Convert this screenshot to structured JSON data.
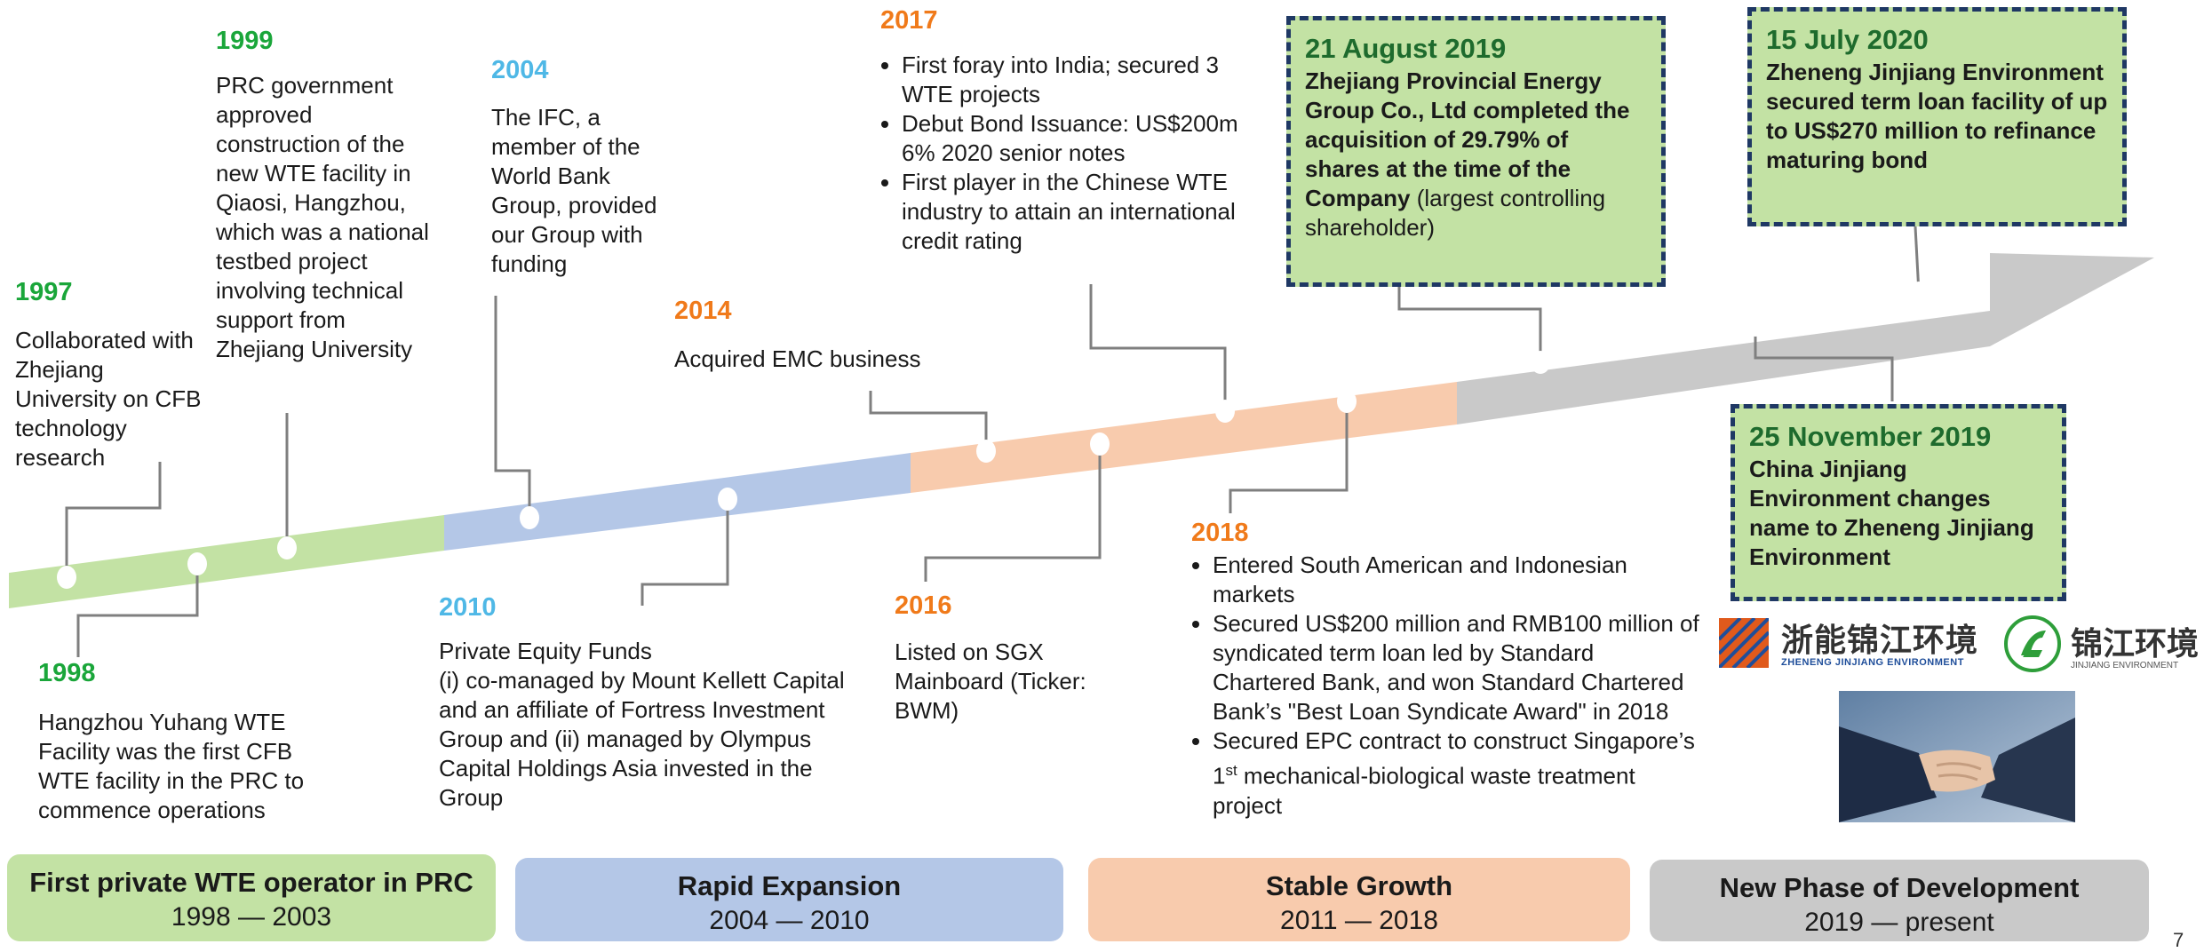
{
  "colors": {
    "green_year": "#1aa63a",
    "blue_year": "#4fb8e6",
    "orange_year": "#f07a1a",
    "phase1": "#c3e2a4",
    "phase2": "#b4c7e7",
    "phase3": "#f8cbad",
    "phase4": "#c9c9c9",
    "callout_bg": "#c3e2a4",
    "callout_border": "#1f3864"
  },
  "events": {
    "e1997": {
      "year": "1997",
      "text": "Collaborated with Zhejiang University on CFB technology research"
    },
    "e1998": {
      "year": "1998",
      "text": "Hangzhou Yuhang WTE Facility was the first CFB WTE facility in the PRC to commence operations"
    },
    "e1999": {
      "year": "1999",
      "text": "PRC government approved construction of the new WTE facility in Qiaosi, Hangzhou, which was a national testbed project involving technical support from Zhejiang University"
    },
    "e2004": {
      "year": "2004",
      "text": "The IFC, a member of the World Bank Group, provided our Group with funding"
    },
    "e2010": {
      "year": "2010",
      "line1": "Private Equity Funds",
      "line2": "(i) co-managed by Mount Kellett Capital and an affiliate of Fortress Investment Group and (ii) managed by Olympus Capital Holdings Asia invested in the Group"
    },
    "e2014": {
      "year": "2014",
      "text": "Acquired EMC business"
    },
    "e2016": {
      "year": "2016",
      "text": "Listed on SGX Mainboard (Ticker: BWM)"
    },
    "e2017": {
      "year": "2017",
      "bullets": [
        "First foray into India; secured 3 WTE projects",
        "Debut Bond Issuance: US$200m 6% 2020 senior notes",
        "First player in the Chinese WTE industry to attain an international credit rating"
      ]
    },
    "e2018": {
      "year": "2018",
      "b1": "Entered South American and Indonesian markets",
      "b2": "Secured US$200 million and RMB100 million of syndicated term  loan led by Standard Chartered Bank, and won Standard Chartered Bank’s \"Best Loan Syndicate Award\" in 2018",
      "b3a": "Secured EPC contract to construct Singapore’s 1",
      "b3sup": "st",
      "b3b": " mechanical-biological waste treatment project"
    }
  },
  "callouts": {
    "aug2019": {
      "date": "21 August 2019",
      "bold": "Zhejiang Provincial Energy Group Co., Ltd completed the acquisition of 29.79% of shares at the time of the Company",
      "normal": " (largest controlling shareholder)"
    },
    "jul2020": {
      "date": "15 July 2020",
      "bold": "Zheneng Jinjiang Environment secured term loan facility of up to US$270 million to refinance maturing bond"
    },
    "nov2019": {
      "date": "25 November 2019",
      "bold": "China Jinjiang Environment changes name to Zheneng Jinjiang Environment"
    }
  },
  "logos": {
    "zheneng_cn": "浙能锦江环境",
    "zheneng_en": "ZHENENG JINJIANG ENVIRONMENT",
    "jinjiang_cn": "锦江环境",
    "jinjiang_en": "JINJIANG ENVIRONMENT"
  },
  "phases": [
    {
      "title": "First private WTE operator in PRC",
      "years": "1998 — 2003"
    },
    {
      "title": "Rapid Expansion",
      "years": "2004 — 2010"
    },
    {
      "title": "Stable Growth",
      "years": "2011 — 2018"
    },
    {
      "title": "New Phase of Development",
      "years": "2019 — present"
    }
  ],
  "page_number": "7"
}
